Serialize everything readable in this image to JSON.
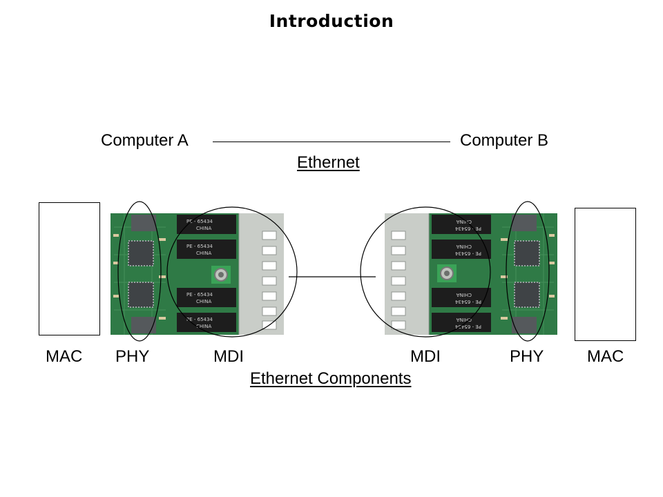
{
  "slide": {
    "title": "Introduction",
    "computer_a": "Computer A",
    "computer_b": "Computer B",
    "link_label": "Ethernet",
    "components_label": "Ethernet Components",
    "left_labels": {
      "mac": "MAC",
      "phy": "PHY",
      "mdi": "MDI"
    },
    "right_labels": {
      "mdi": "MDI",
      "phy": "PHY",
      "mac": "MAC"
    },
    "board_markings": {
      "transformer": "PE-65434",
      "origin": "CHINA"
    }
  },
  "colors": {
    "pcb_green": "#2f7a46",
    "pcb_dark": "#1f5a34",
    "connector_metal": "#c9cdc8",
    "transformer_black": "#1d1d1d",
    "chip_gray": "#55595c"
  }
}
